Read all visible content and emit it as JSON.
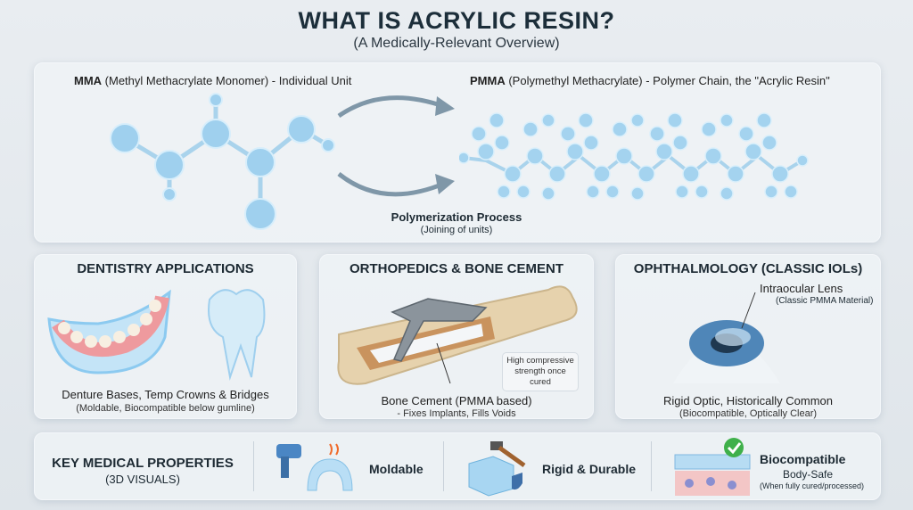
{
  "header": {
    "title": "WHAT IS ACRYLIC RESIN?",
    "subtitle": "(A Medically-Relevant Overview)"
  },
  "polymerization": {
    "mma_abbr": "MMA",
    "mma_desc": "(Methyl Methacrylate Monomer) - Individual Unit",
    "pmma_abbr": "PMMA",
    "pmma_desc": "(Polymethyl Methacrylate) - Polymer Chain, the \"Acrylic Resin\"",
    "process_label": "Polymerization Process",
    "process_sub": "(Joining of units)"
  },
  "applications": [
    {
      "title": "DENTISTRY APPLICATIONS",
      "caption": "Denture Bases, Temp Crowns & Bridges",
      "sub": "(Moldable, Biocompatible below gumline)"
    },
    {
      "title": "ORTHOPEDICS & BONE CEMENT",
      "callout": "High compressive strength once cured",
      "caption": "Bone Cement (PMMA based)",
      "sub": "- Fixes Implants, Fills Voids"
    },
    {
      "title": "OPHTHALMOLOGY (CLASSIC IOLs)",
      "lens_label": "Intraocular Lens",
      "lens_sub": "(Classic PMMA Material)",
      "caption": "Rigid Optic, Historically Common",
      "sub": "(Biocompatible, Optically Clear)"
    }
  ],
  "properties": {
    "title": "KEY MEDICAL PROPERTIES",
    "subtitle": "(3D VISUALS)",
    "items": [
      {
        "label": "Moldable",
        "icon": "heat-gun-icon"
      },
      {
        "label": "Rigid & Durable",
        "icon": "hammer-cube-icon"
      },
      {
        "label": "Biocompatible",
        "sub": "Body-Safe",
        "note": "(When fully cured/processed)",
        "icon": "check-tissue-icon"
      }
    ]
  }
}
